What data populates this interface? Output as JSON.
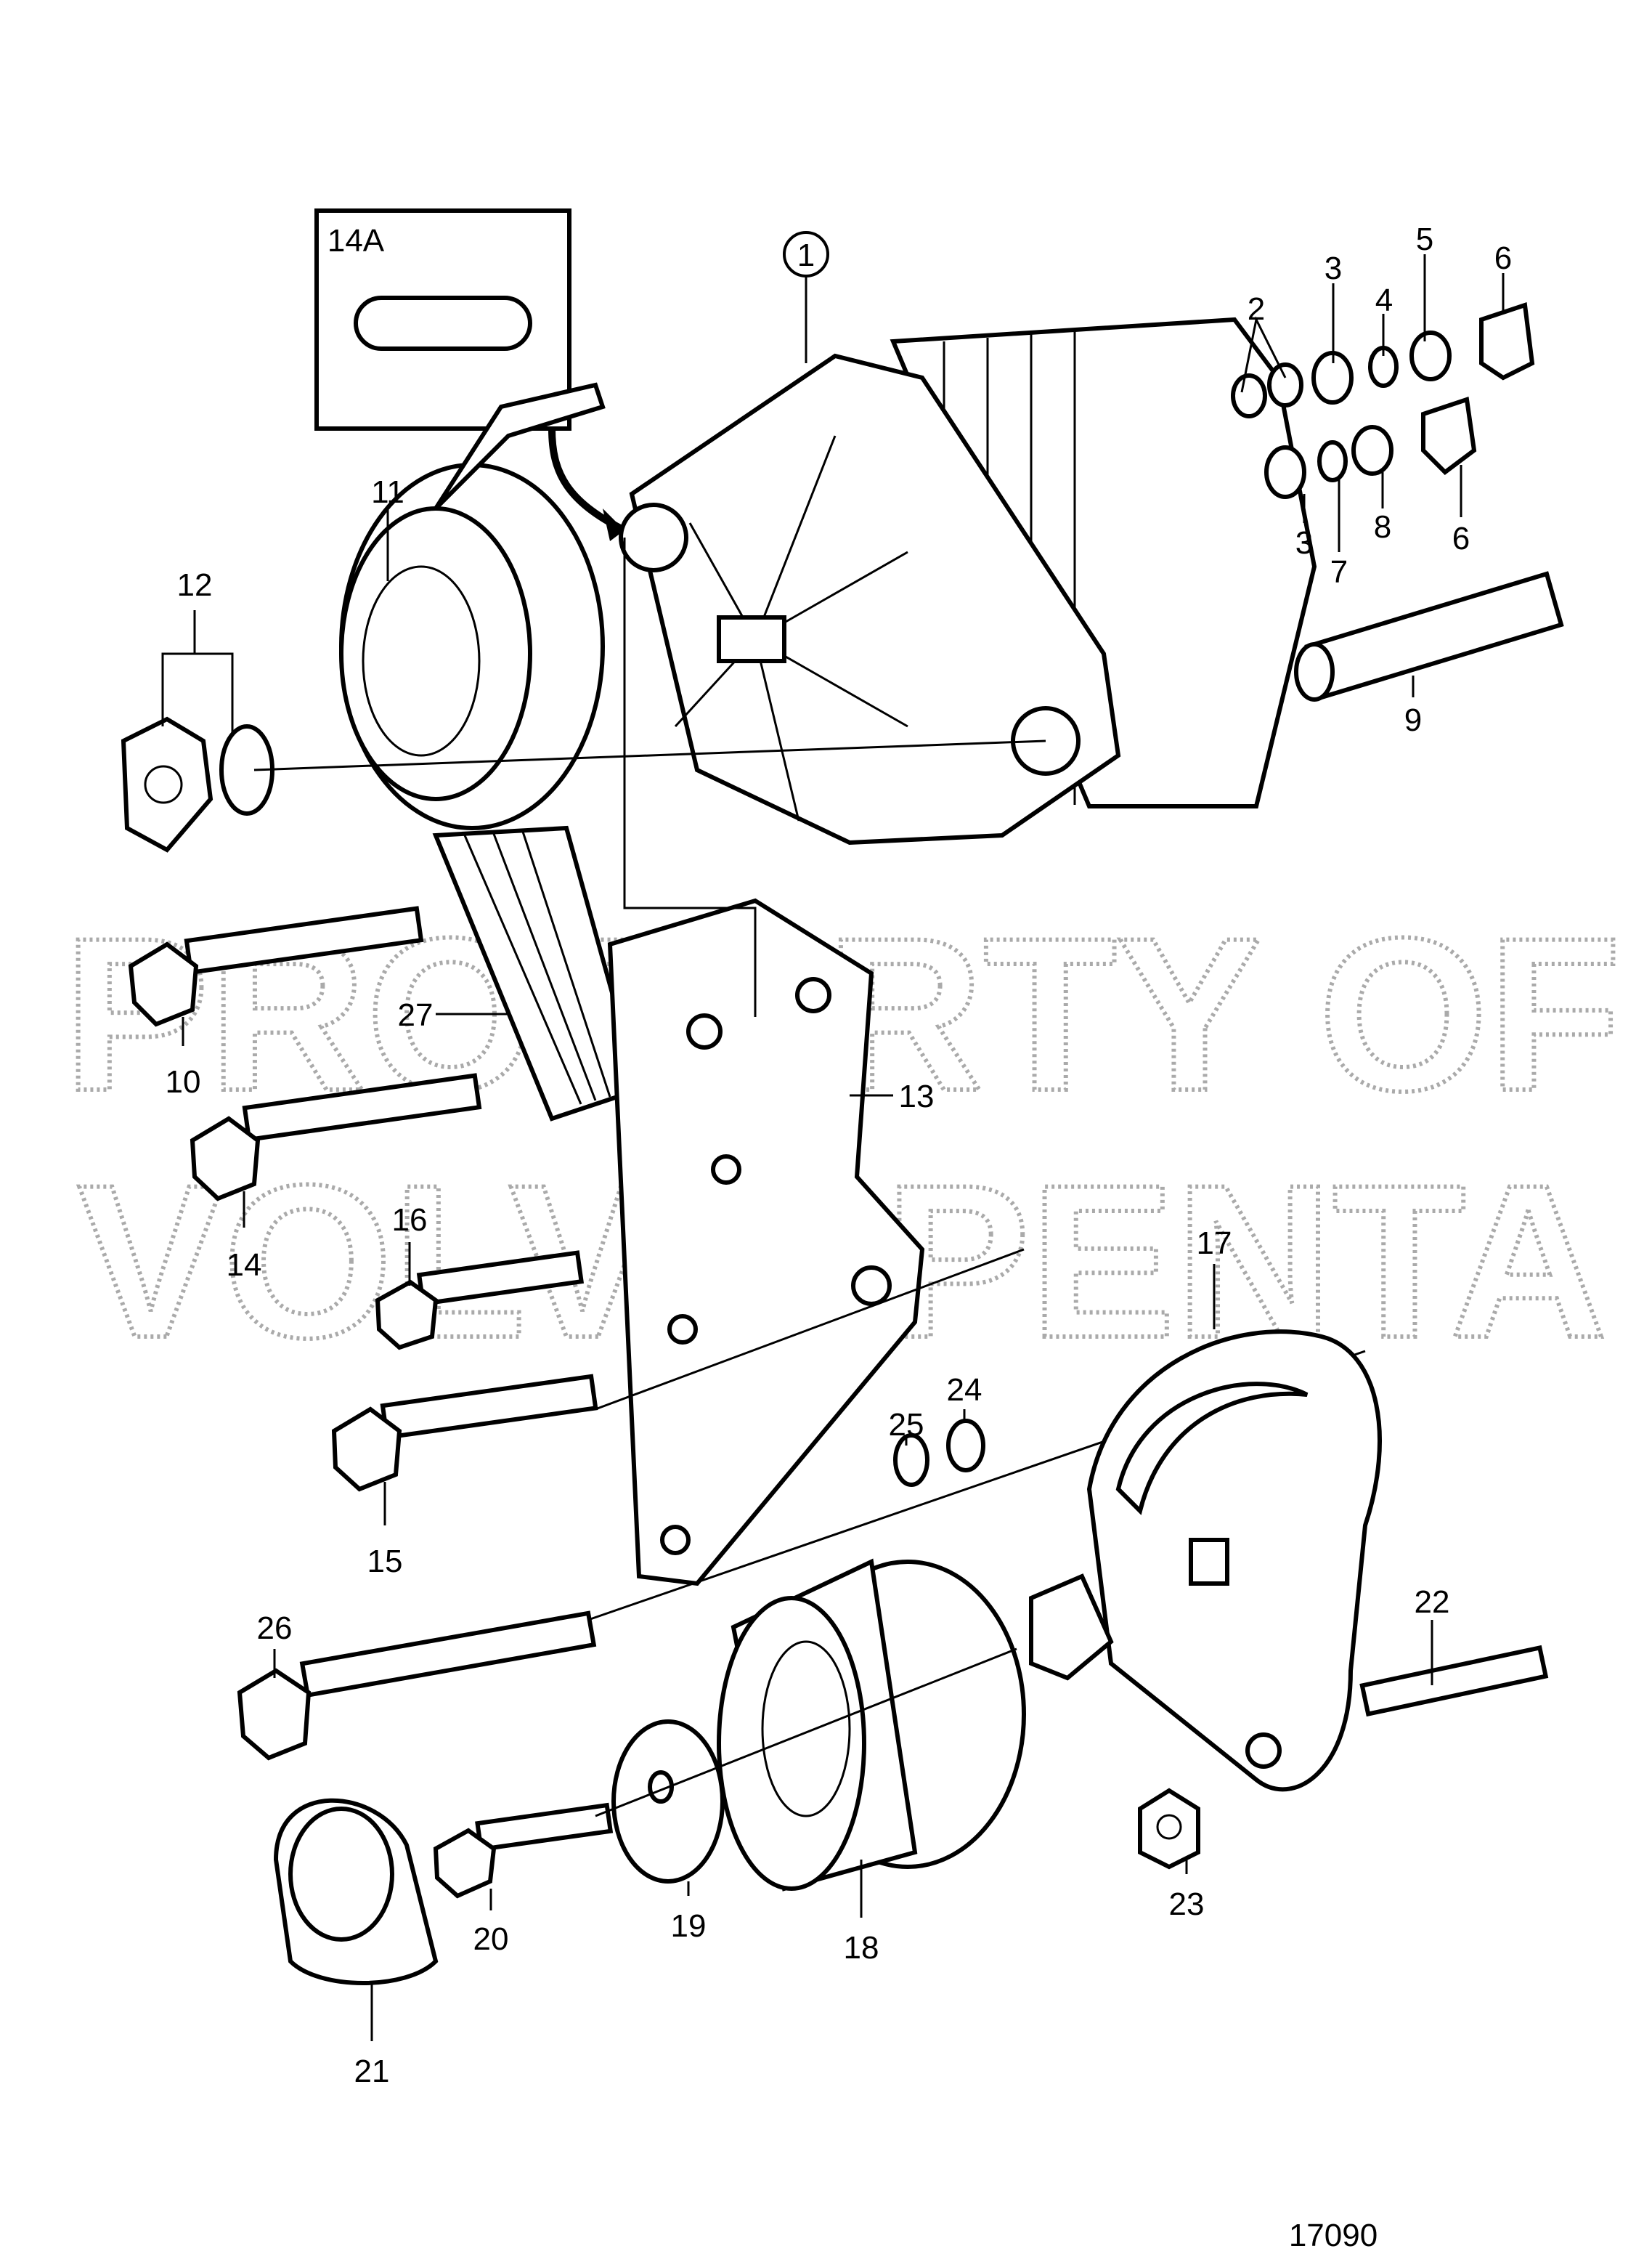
{
  "diagram": {
    "drawing_number": "17090",
    "watermark": [
      "PROPERTY OF",
      "VOLVO PENTA"
    ],
    "inset_label": "14A",
    "main_part_label": "1",
    "labels": {
      "p2": "2",
      "p3a": "3",
      "p4": "4",
      "p5": "5",
      "p6a": "6",
      "p3b": "3",
      "p7": "7",
      "p8": "8",
      "p6b": "6",
      "p9": "9",
      "p10": "10",
      "p11": "11",
      "p12": "12",
      "p13": "13",
      "p14": "14",
      "p15": "15",
      "p16": "16",
      "p17": "17",
      "p18": "18",
      "p19": "19",
      "p20": "20",
      "p21": "21",
      "p22": "22",
      "p23": "23",
      "p24": "24",
      "p25": "25",
      "p26": "26",
      "p27": "27"
    }
  }
}
